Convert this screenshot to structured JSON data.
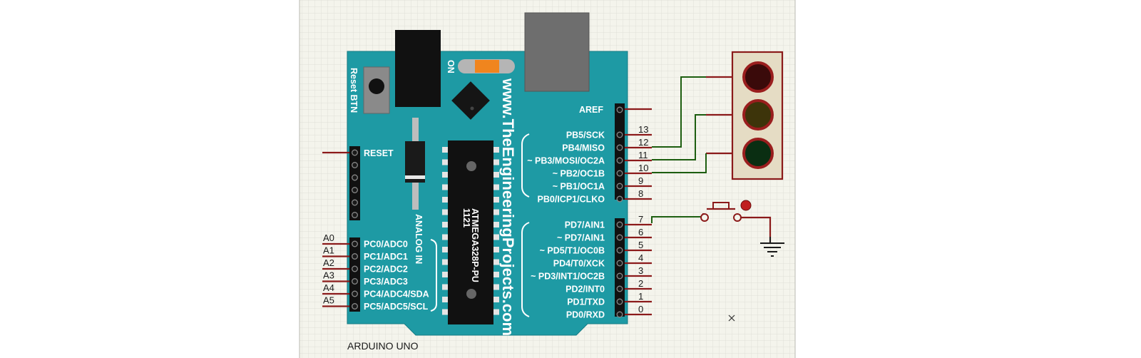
{
  "board": {
    "name": "ARDUINO UNO",
    "url_text": "www.TheEngineeringProjects.com",
    "reset_btn_label": "Reset BTN",
    "on_label": "ON",
    "analog_in_label": "ANALOG IN",
    "reset_label": "RESET",
    "chip_line1": "ATMEGA328P-PU",
    "chip_line2": "1121",
    "aref_label": "AREF"
  },
  "digital_pins_upper": [
    {
      "label": "PB5/SCK",
      "num": "13"
    },
    {
      "label": "PB4/MISO",
      "num": "12"
    },
    {
      "label": "~ PB3/MOSI/OC2A",
      "num": "11"
    },
    {
      "label": "~ PB2/OC1B",
      "num": "10"
    },
    {
      "label": "~ PB1/OC1A",
      "num": "9"
    },
    {
      "label": "PB0/ICP1/CLKO",
      "num": "8"
    }
  ],
  "digital_pins_lower": [
    {
      "label": "PD7/AIN1",
      "num": "7"
    },
    {
      "label": "~ PD7/AIN1",
      "num": "6"
    },
    {
      "label": "~ PD5/T1/OC0B",
      "num": "5"
    },
    {
      "label": "PD4/T0/XCK",
      "num": "4"
    },
    {
      "label": "~ PD3/INT1/OC2B",
      "num": "3"
    },
    {
      "label": "PD2/INT0",
      "num": "2"
    },
    {
      "label": "PD1/TXD",
      "num": "1"
    },
    {
      "label": "PD0/RXD",
      "num": "0"
    }
  ],
  "analog_pins": [
    {
      "label": "PC0/ADC0",
      "name": "A0"
    },
    {
      "label": "PC1/ADC1",
      "name": "A1"
    },
    {
      "label": "PC2/ADC2",
      "name": "A2"
    },
    {
      "label": "PC3/ADC3",
      "name": "A3"
    },
    {
      "label": "PC4/ADC4/SDA",
      "name": "A4"
    },
    {
      "label": "PC5/ADC5/SCL",
      "name": "A5"
    }
  ],
  "colors": {
    "board": "#1e9aa4",
    "wire": "#1d5e10",
    "pin_red": "#8b1a1a",
    "grid": "#ddddd3",
    "background": "#f2f2ea"
  }
}
